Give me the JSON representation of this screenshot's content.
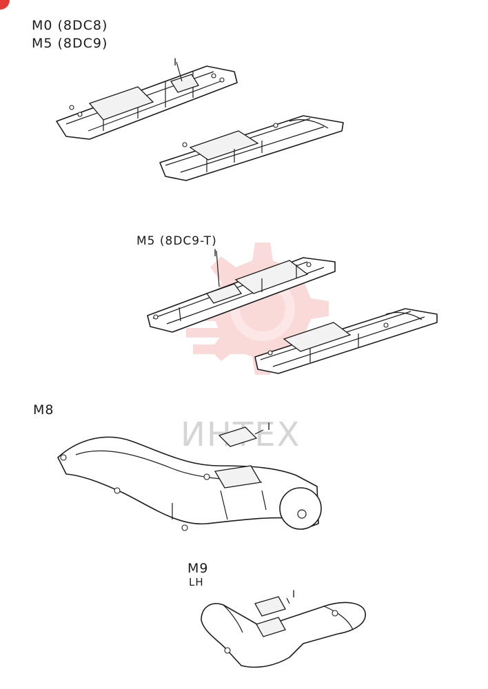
{
  "labels": {
    "m0": "M0 (8DC8)",
    "m5a": "M5 (8DC9)",
    "m5b": "M5 (8DC9-T)",
    "m8": "M8",
    "m9": "M9",
    "lh": "LH"
  },
  "callouts": {
    "c1": "I",
    "c2": "I",
    "c3": "I",
    "c4": "I"
  },
  "watermark": {
    "text": "ИНТЕХ",
    "color": "#e53935"
  },
  "colors": {
    "corner_badge": "#e53935",
    "line": "#1a1a1a"
  }
}
